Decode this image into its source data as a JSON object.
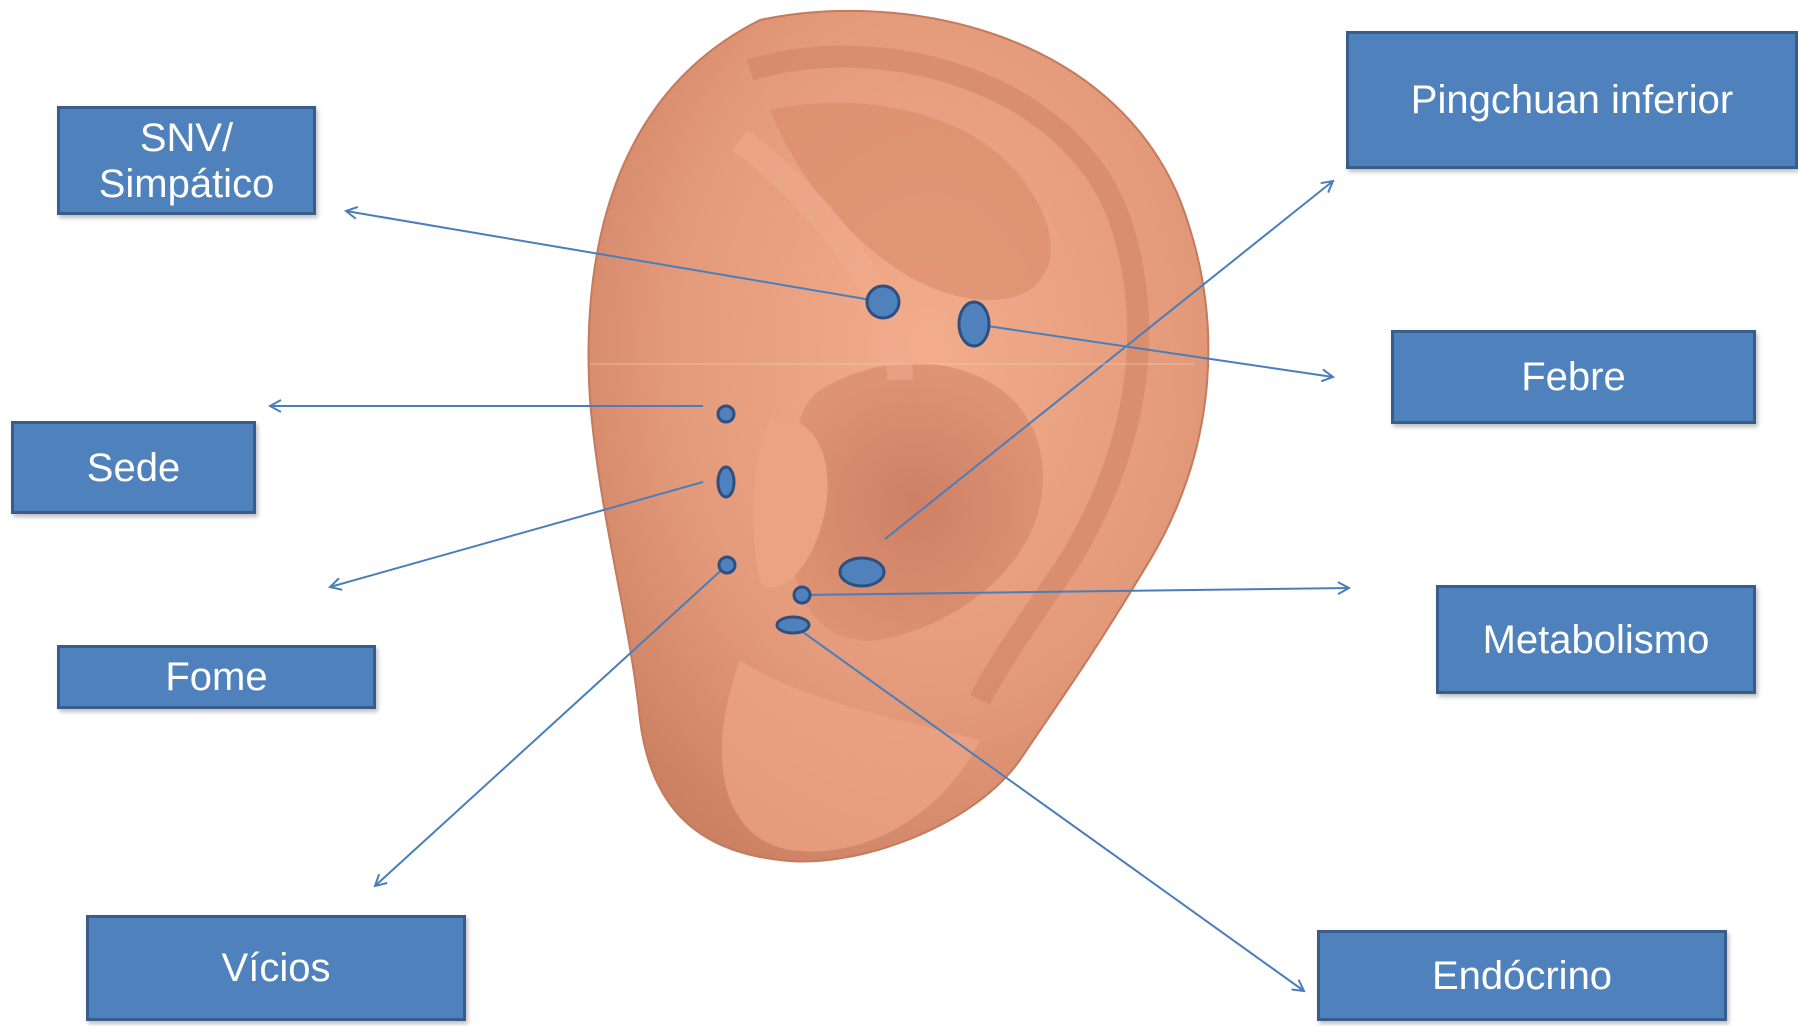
{
  "colors": {
    "box_fill": "#4f81bd",
    "box_border": "#385d8a",
    "arrow": "#4a7ebb",
    "marker_fill": "#4f81bd",
    "marker_border": "#2f4f80",
    "skin": "#e39a7a"
  },
  "labels": {
    "snv": "SNV/\nSimpático",
    "sede": "Sede",
    "fome": "Fome",
    "vicios": "Vícios",
    "pingchuan": "Pingchuan inferior",
    "febre": "Febre",
    "metabolismo": "Metabolismo",
    "endocrino": "Endócrino"
  }
}
